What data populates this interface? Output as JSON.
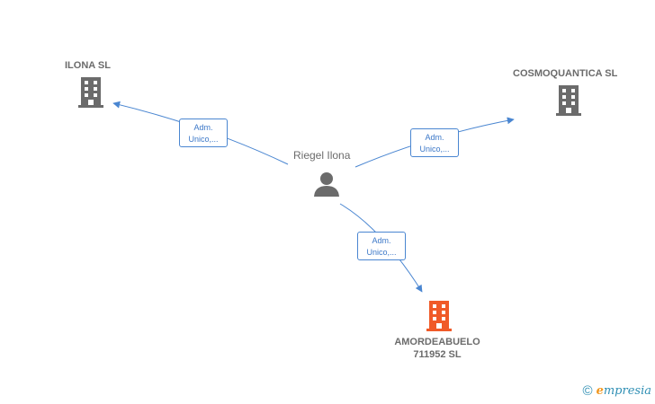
{
  "nodes": {
    "ilona": {
      "name": "ILONA  SL"
    },
    "cosmoquantica": {
      "name": "COSMOQUANTICA SL"
    },
    "amordeabuelo": {
      "name_line1": "AMORDEABUELO",
      "name_line2": "711952  SL"
    },
    "person": {
      "name": "Riegel Ilona"
    }
  },
  "edges": [
    {
      "line1": "Adm.",
      "line2": "Unico,..."
    },
    {
      "line1": "Adm.",
      "line2": "Unico,..."
    },
    {
      "line1": "Adm.",
      "line2": "Unico,..."
    }
  ],
  "footer": {
    "copyright": "©",
    "brand_initial": "e",
    "brand_rest": "mpresia"
  },
  "colors": {
    "edge": "#4a86d1",
    "building": "#6b6b6b",
    "highlight": "#f05a28",
    "person": "#6b6b6b"
  }
}
